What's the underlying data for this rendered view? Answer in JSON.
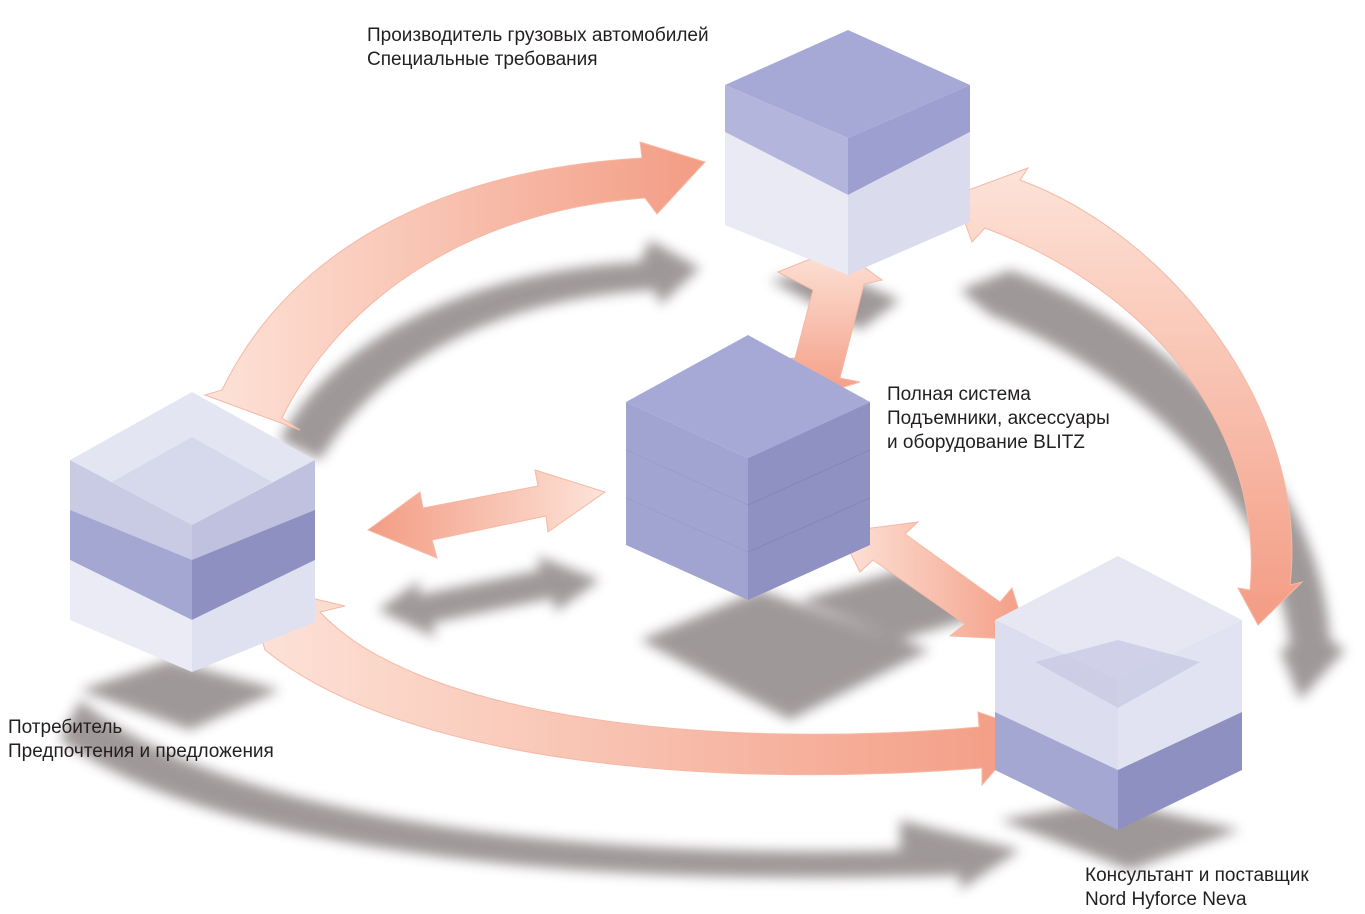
{
  "nodes": {
    "manufacturer": {
      "line1": "Производитель грузовых автомобилей",
      "line2": "Специальные требования"
    },
    "system": {
      "line1": "Полная система",
      "line2": "Подъемники, аксессуары",
      "line3": "и оборудование BLITZ"
    },
    "consumer": {
      "line1": "Потребитель",
      "line2": "Предпочтения и предложения"
    },
    "consultant": {
      "line1": "Консультант и поставщик",
      "line2": "Nord Hyforce Neva"
    }
  },
  "colors": {
    "arrow_light": "#fde3d8",
    "arrow_dark": "#f39c84",
    "shadow": "#8f8788",
    "cube_top": "#a3a6d3",
    "cube_front": "#a4a7d2",
    "cube_side": "#8d90c1",
    "cube_light": "#e4e5f2"
  }
}
